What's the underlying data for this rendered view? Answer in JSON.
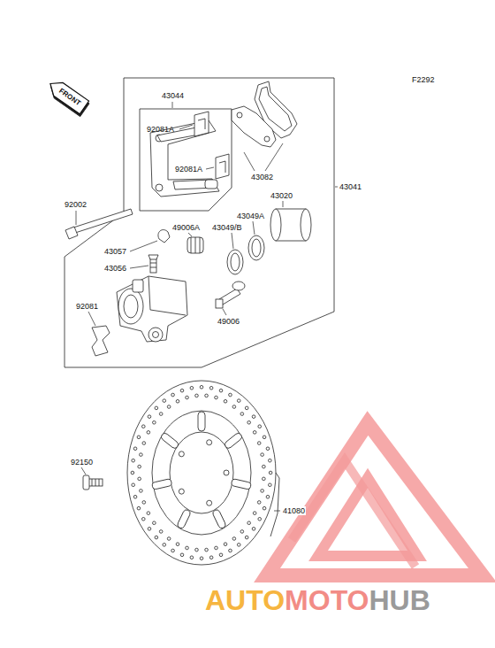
{
  "diagram": {
    "labels": [
      "F2292",
      "FRONT",
      "43044",
      "92081A",
      "92081A",
      "43082",
      "43041",
      "92002",
      "43020",
      "49006A",
      "43049/B",
      "43049A",
      "43057",
      "43056",
      "49006",
      "92081",
      "92150",
      "41080",
      "AUTO",
      "MOTO",
      "HUB"
    ]
  }
}
